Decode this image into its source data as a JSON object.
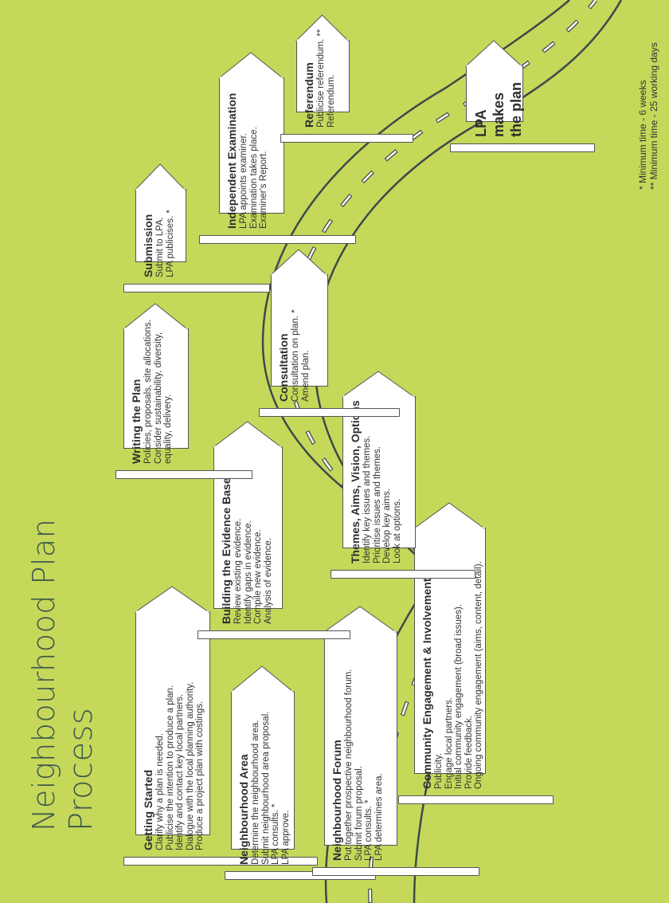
{
  "title": {
    "line1": "Neighbourhood Plan",
    "line2": "Process"
  },
  "footnotes": [
    "* Minimum time - 6 weeks",
    "** Minimum time - 25 working days"
  ],
  "colors": {
    "background": "#c5d85a",
    "title": "#3f5a4d",
    "sign": "#ffffff",
    "road_line": "#3c4a4a"
  },
  "stages": [
    {
      "id": "getting-started",
      "title": "Getting Started",
      "lines": [
        "Clarify why a plan is needed.",
        "Publicise the intention to produce a plan.",
        "Identify and contact key local partners.",
        "Dialogue with the local planning authority.",
        "Produce a project plan with costings."
      ]
    },
    {
      "id": "neighbourhood-area",
      "title": "Neighbourhood Area",
      "lines": [
        "Determine the neighbourhood area.",
        "Submit neighbourhood area proposal.",
        "LPA consults. *",
        "LPA approve."
      ]
    },
    {
      "id": "neighbourhood-forum",
      "title": "Neighbourhood Forum",
      "lines": [
        "Put together prospective neighbourhood forum.",
        "Submit forum proposal.",
        "LPA consults. *",
        "LPA determines area."
      ]
    },
    {
      "id": "community-engagement",
      "title": "Community Engagement & Involvement",
      "lines": [
        "Publicity.",
        "Engage local partners.",
        "Initial community engagement (broad issues).",
        "Provide feedback.",
        "Ongoing community engagement (aims, content, detail)."
      ]
    },
    {
      "id": "building-evidence",
      "title": "Building the Evidence Base",
      "lines": [
        "Review existing evidence.",
        "Identify gaps in evidence.",
        "Compile new evidence.",
        "Analysis of evidence."
      ]
    },
    {
      "id": "themes-aims",
      "title": "Themes, Aims, Vision, Options",
      "lines": [
        "Identify key issues and themes.",
        "Prioritise issues and themes.",
        "Develop key aims.",
        "Look at options."
      ]
    },
    {
      "id": "writing-plan",
      "title": "Writing the Plan",
      "lines": [
        "Policies, proposals, site allocations.",
        "Consider sustainability, diversity,",
        "equality, delivery."
      ]
    },
    {
      "id": "consultation",
      "title": "Consultation",
      "lines": [
        "Consultation on plan. *",
        "Amend plan."
      ]
    },
    {
      "id": "submission",
      "title": "Submission",
      "lines": [
        "Submit to LPA.",
        "LPA publicises. *"
      ]
    },
    {
      "id": "independent-examination",
      "title": "Independent Examination",
      "lines": [
        "LPA appoints examiner.",
        "Examination takes place.",
        "Examiner's Report."
      ]
    },
    {
      "id": "referendum",
      "title": "Referendum",
      "lines": [
        "Publicise referendum. **",
        "Referendum."
      ]
    },
    {
      "id": "lpa-makes-plan",
      "title": "LPA makes the plan",
      "lines": [],
      "big": true
    }
  ]
}
